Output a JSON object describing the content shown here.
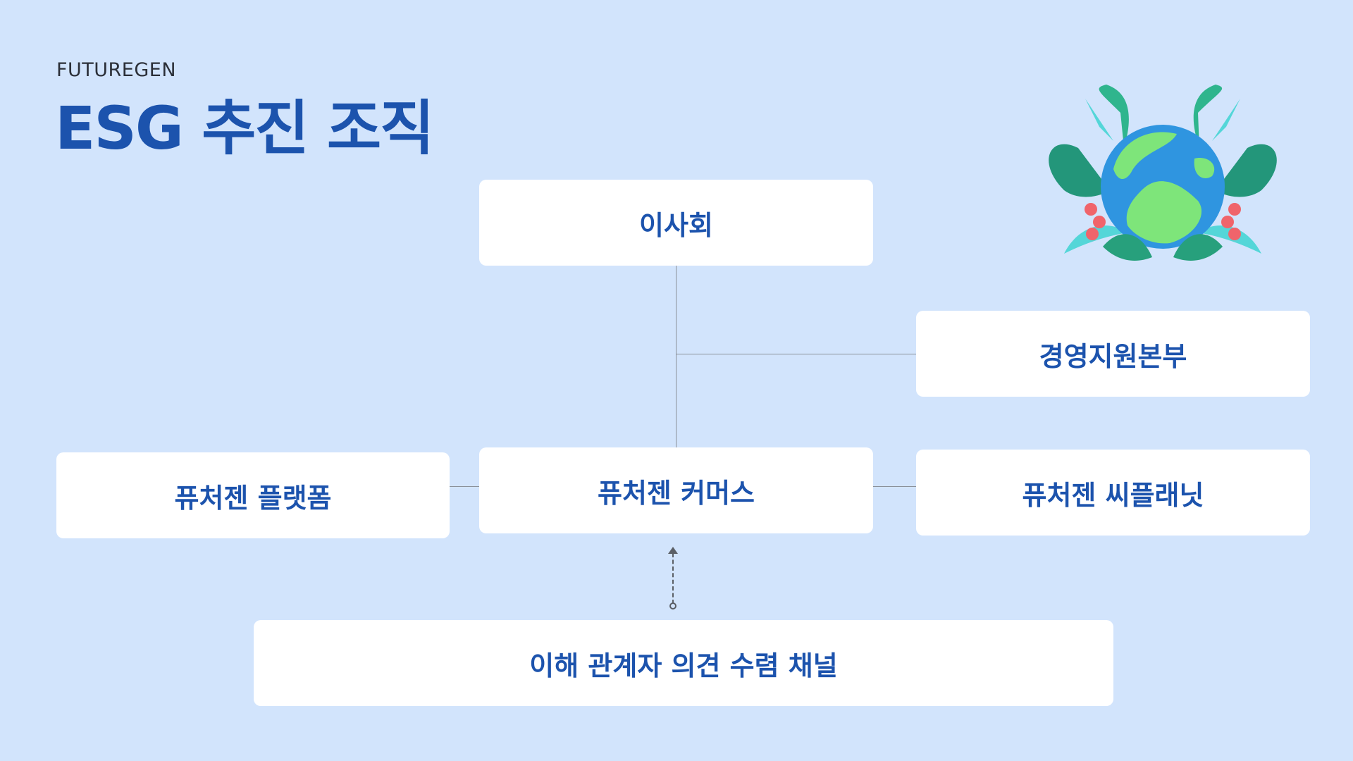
{
  "header": {
    "brand": "FUTUREGEN",
    "title": "ESG 추진 조직"
  },
  "org": {
    "board": "이사회",
    "management_support": "경영지원본부",
    "platform": "퓨처젠 플랫폼",
    "commerce": "퓨처젠 커머스",
    "cplanit": "퓨처젠 씨플래닛",
    "stakeholder_channel": "이해 관계자 의견 수렴 채널"
  },
  "colors": {
    "background": "#d2e4fc",
    "accent": "#1c53ad",
    "box": "#ffffff",
    "connector": "#8a9099"
  },
  "icons": {
    "illustration": "earth-with-leaves-icon"
  }
}
